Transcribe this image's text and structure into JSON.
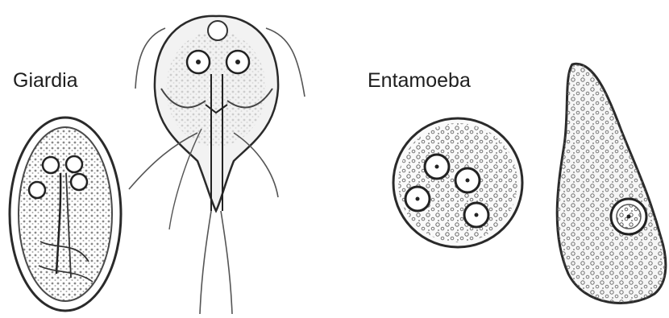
{
  "labels": {
    "giardia": "Giardia",
    "entamoeba": "Entamoeba"
  },
  "colors": {
    "ink": "#2a2a2a",
    "shade": "#9a9a9a",
    "background": "#ffffff"
  },
  "figures": [
    {
      "name": "giardia-cyst",
      "depicts": "Giardia cyst"
    },
    {
      "name": "giardia-trophozoite",
      "depicts": "Giardia trophozoite"
    },
    {
      "name": "entamoeba-cyst",
      "depicts": "Entamoeba cyst"
    },
    {
      "name": "entamoeba-trophozoite",
      "depicts": "Entamoeba trophozoite"
    }
  ]
}
